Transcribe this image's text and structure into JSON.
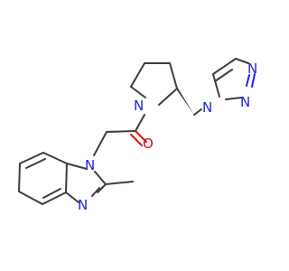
{
  "atoms": {
    "n_pyrrolidine": "N",
    "o_carbonyl": "O",
    "n_benzimidazole_1": "N",
    "n_benzimidazole_3": "N",
    "n_triazole_1": "N",
    "n_triazole_2": "N",
    "n_triazole_3": "N"
  },
  "colors": {
    "bond": "#3c3c3c",
    "nitrogen": "#2222dd",
    "oxygen": "#e01010"
  }
}
